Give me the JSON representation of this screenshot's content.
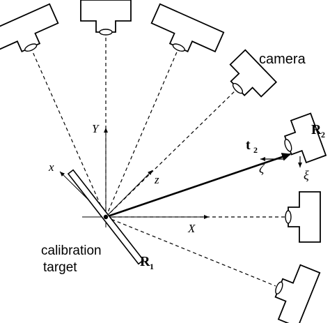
{
  "labels": {
    "camera": "camera",
    "calibration_line1": "calibration",
    "calibration_line2": "target",
    "axis_X": "X",
    "axis_Y": "Y",
    "axis_x": "x",
    "axis_z": "z",
    "translation": "t",
    "translation_sub": "2",
    "rotation2": "R",
    "rotation2_sub": "2",
    "rotation1": "R",
    "rotation1_sub": "1",
    "zeta": "ζ",
    "xi": "ξ"
  },
  "colors": {
    "ink": "#000000",
    "paper": "#ffffff"
  }
}
